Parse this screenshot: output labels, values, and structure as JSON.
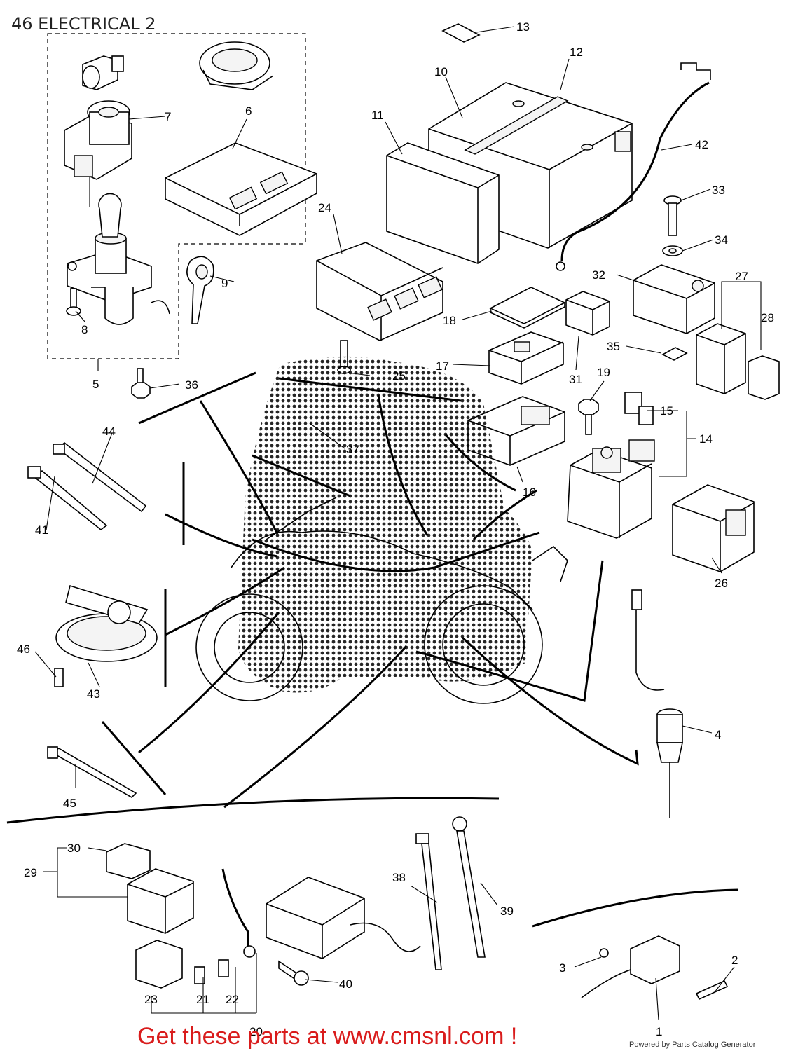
{
  "title": "46 ELECTRICAL 2",
  "callouts": {
    "c1": "1",
    "c2": "2",
    "c3": "3",
    "c4": "4",
    "c5": "5",
    "c6": "6",
    "c7": "7",
    "c8": "8",
    "c9": "9",
    "c10": "10",
    "c11": "11",
    "c12": "12",
    "c13": "13",
    "c14": "14",
    "c15": "15",
    "c16": "16",
    "c17": "17",
    "c18": "18",
    "c19": "19",
    "c20": "20",
    "c21": "21",
    "c22": "22",
    "c23": "23",
    "c24": "24",
    "c25": "25",
    "c26": "26",
    "c27": "27",
    "c28": "28",
    "c29": "29",
    "c30": "30",
    "c31": "31",
    "c32": "32",
    "c33": "33",
    "c34": "34",
    "c35": "35",
    "c36": "36",
    "c37": "37",
    "c38": "38",
    "c39": "39",
    "c40": "40",
    "c41": "41",
    "c42": "42",
    "c43": "43",
    "c44": "44",
    "c45": "45",
    "c46": "46"
  },
  "promo": "Get these parts at www.cmsnl.com !",
  "powered_by": "Powered by Parts Catalog Generator",
  "promo_color": "#d91c1c"
}
